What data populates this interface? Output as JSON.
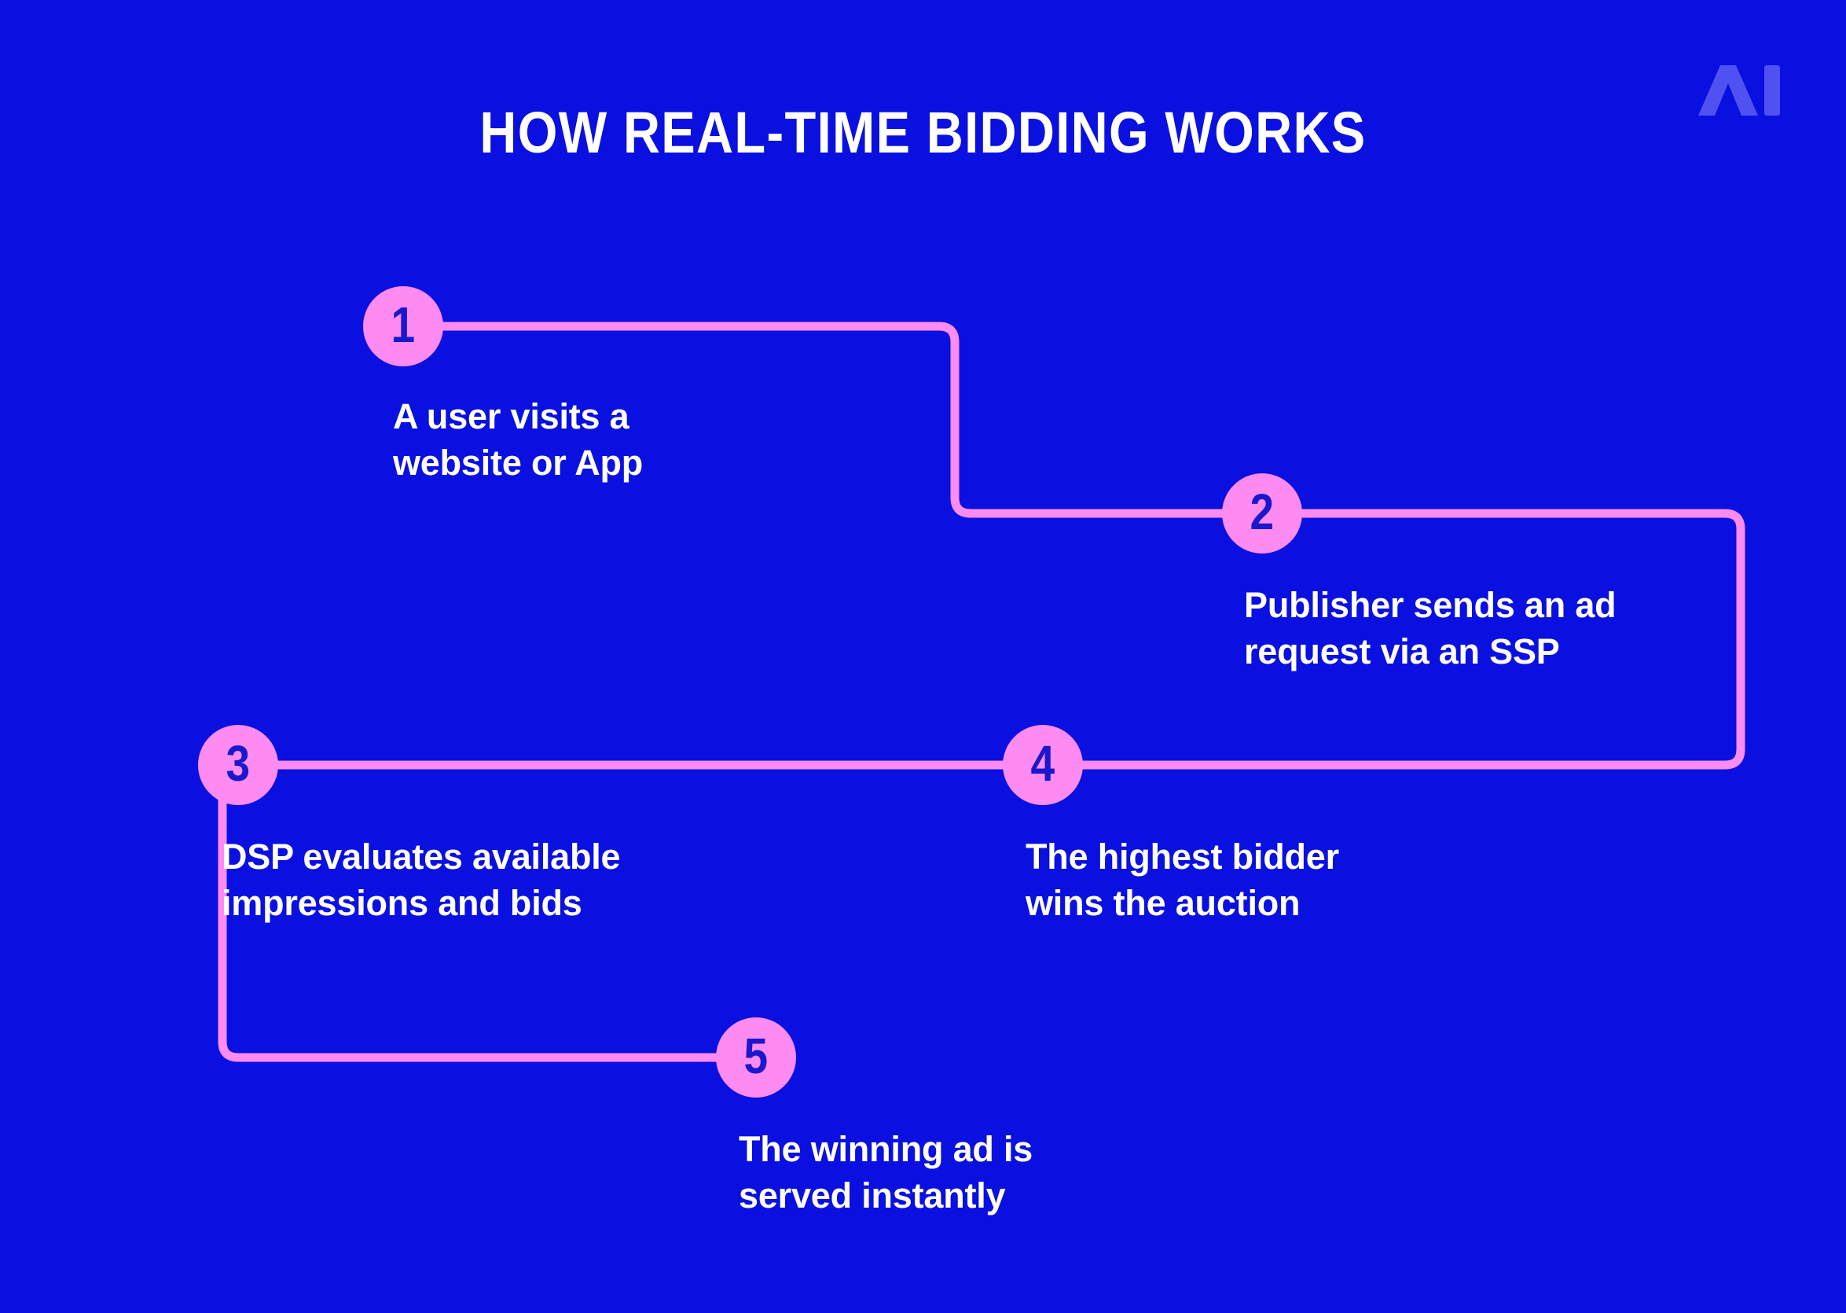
{
  "meta": {
    "background_color": "#0a10e0",
    "accent_pink": "#fe8bf2",
    "badge_number_color": "#1a18cc",
    "text_color": "#ffffff",
    "logo_color": "#4f52f0"
  },
  "header": {
    "title": "HOW REAL-TIME BIDDING WORKS",
    "logo_text": "AI",
    "logo_name": "ai-logo"
  },
  "steps": [
    {
      "number": "1",
      "line1": "A user visits a",
      "line2": "website or App",
      "text": "A user visits a\nwebsite or App"
    },
    {
      "number": "2",
      "line1": "Publisher sends an ad",
      "line2": "request via an SSP",
      "text": "Publisher sends an ad\nrequest via an SSP"
    },
    {
      "number": "3",
      "line1": "DSP evaluates available",
      "line2": "impressions and bids",
      "text": "DSP evaluates available\nimpressions and bids"
    },
    {
      "number": "4",
      "line1": "The highest bidder",
      "line2": "wins the auction",
      "text": "The highest bidder\nwins the auction"
    },
    {
      "number": "5",
      "line1": "The winning ad is",
      "line2": "served instantly",
      "text": "The winning ad is\nserved instantly"
    }
  ]
}
